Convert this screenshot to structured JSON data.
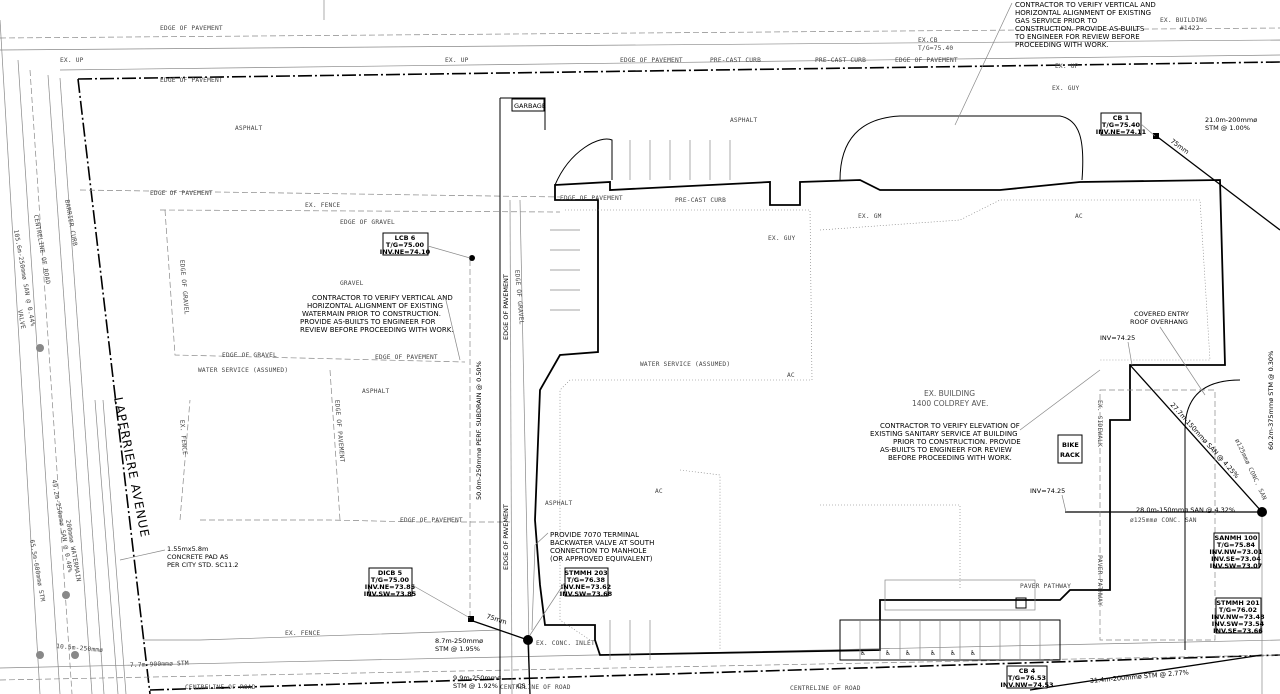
{
  "labels": {
    "edge_of_pavement": "EDGE OF PAVEMENT",
    "ex_up": "EX. UP",
    "pre_cast_curb": "PRE-CAST CURB",
    "ex_cb": "EX.CB",
    "ex_cb_tg": "T/G=75.40",
    "ex_gm": "EX. GM",
    "ex_guy": "EX. GUY",
    "ex_building_top": "EX. BUILDING",
    "ex_building_top_num": "#1422",
    "asphalt": "ASPHALT",
    "ex_fence": "EX. FENCE",
    "edge_of_gravel": "EDGE OF GRAVEL",
    "gravel": "GRAVEL",
    "water_service": "WATER SERVICE (ASSUMED)",
    "garbage": "GARBAGE",
    "laperriere_avenue": "LAPERRIERE AVENUE",
    "centreline_of_road": "CENTRELINE OF ROAD",
    "barrier_curb": "BARRIER CURB",
    "valve": "VALVE",
    "ex_building_name": "EX. BUILDING",
    "ex_building_addr": "1400 COLDREY AVE.",
    "covered_entry_1": "COVERED ENTRY",
    "covered_entry_2": "ROOF OVERHANG",
    "bike_rack_1": "BIKE",
    "bike_rack_2": "RACK",
    "paver_pathway": "PAVER PATHWAY",
    "conc_san": "ø125mmø CONC. SAN",
    "ex_conc_inlet": "EX. CONC. INLET",
    "ac": "AC",
    "cs": "CS",
    "ex_sidewalk": "EX. SIDEWALK",
    "perf_subdrain": "50.0m-250mmø PERF. SUBDRAIN @ 0.50%",
    "pipe_21": "21.0m-200mmø",
    "pipe_21_slope": "STM @ 1.00%",
    "pipe_28": "28.0m-150mmø SAN @ 4.32%",
    "pipe_27": "27.7m-150mmø SAN @ 4.25%",
    "pipe_87": "8.7m-250mmø",
    "pipe_87_slope": "STM @ 1.95%",
    "pipe_99": "9.9m-250mmø",
    "pipe_99_slope": "STM @ 1.92%",
    "pipe_314": "31.4m-200mmø STM @ 2.77%",
    "pipe_75": "75mm",
    "pipe_60": "60.2m-375mmø STM @ 0.30%",
    "inv_top": "INV=74.25",
    "inv_mid": "INV=74.25",
    "concrete_pad_1": "1.55mx5.8m",
    "concrete_pad_2": "CONCRETE PAD AS",
    "concrete_pad_3": "PER CITY STD. SC11.2",
    "road_pipe_1": "105.6m-250mmø SAN @ 0.44%",
    "road_pipe_2": "49.2m-250mmø SAN @ 0.40%",
    "road_pipe_3": "200mmø WATERMAIN",
    "road_pipe_4": "65.5m-600mmø STM",
    "road_pipe_5": "10.5m-250mmø",
    "road_pipe_6": "7.7m-900mmø STM"
  },
  "notes": {
    "gas": [
      "CONTRACTOR TO VERIFY VERTICAL AND",
      "HORIZONTAL ALIGNMENT OF EXISTING",
      "GAS SERVICE PRIOR TO",
      "CONSTRUCTION. PROVIDE AS-BUILTS",
      "TO ENGINEER FOR REVIEW BEFORE",
      "PROCEEDING WITH WORK."
    ],
    "watermain": [
      "CONTRACTOR TO VERIFY VERTICAL AND",
      "HORIZONTAL ALIGNMENT OF EXISTING",
      "WATERMAIN PRIOR TO CONSTRUCTION.",
      "PROVIDE AS-BUILTS TO ENGINEER FOR",
      "REVIEW BEFORE PROCEEDING WITH WORK."
    ],
    "sanitary": [
      "CONTRACTOR TO VERIFY ELEVATION OF",
      "EXISTING SANITARY SERVICE AT BUILDING",
      "PRIOR TO CONSTRUCTION. PROVIDE",
      "AS-BUILTS TO ENGINEER FOR REVIEW",
      "BEFORE PROCEEDING WITH WORK."
    ],
    "backwater": [
      "PROVIDE 7070 TERMINAL",
      "BACKWATER VALVE AT SOUTH",
      "CONNECTION TO MANHOLE",
      "(OR APPROVED EQUIVALENT)"
    ]
  },
  "callouts": {
    "cb1": [
      "CB 1",
      "T/G=75.40",
      "INV.NE=74.11"
    ],
    "lcb6": [
      "LCB 6",
      "T/G=75.00",
      "INV.NE=74.10"
    ],
    "dicb5": [
      "DICB 5",
      "T/G=75.00",
      "INV.NE=73.85",
      "INV.SW=73.85"
    ],
    "stmmh203": [
      "STMMH 203",
      "T/G=76.38",
      "INV.NE=73.62",
      "INV.SW=73.68"
    ],
    "sanmh100": [
      "SANMH 100",
      "T/G=75.84",
      "INV.NW=73.01",
      "INV.SE=73.04",
      "INV.SW=73.07"
    ],
    "stmmh201": [
      "STMMH 201",
      "T/G=76.02",
      "INV.NW=73.48",
      "INV.SW=73.54",
      "INV.SE=73.66"
    ],
    "cb4": [
      "CB 4",
      "T/G=76.53",
      "INV.NW=74.53"
    ]
  }
}
